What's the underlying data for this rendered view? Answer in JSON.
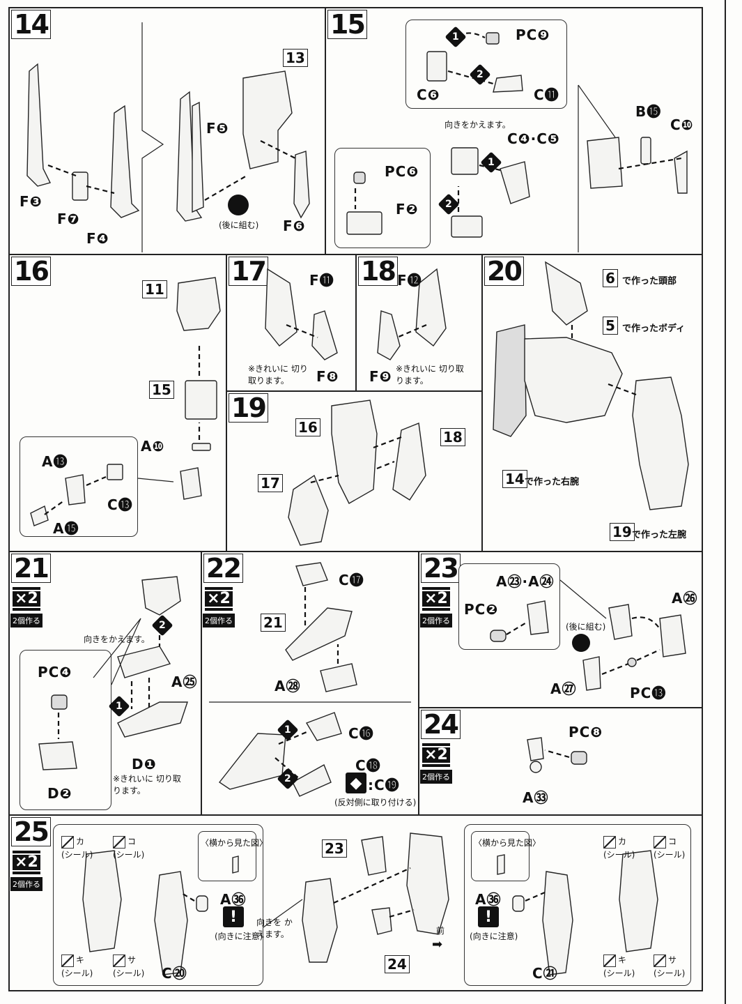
{
  "steps": {
    "s14": {
      "num": "14",
      "labels": [
        "F❸",
        "F❼",
        "F❹",
        "F❺",
        "F❻"
      ],
      "ref": "13",
      "note": "(後に組む)"
    },
    "s15": {
      "num": "15",
      "labels": [
        "PC❾",
        "C❻",
        "C⓫",
        "PC❻",
        "F❷",
        "C❹·C❺",
        "B⓯",
        "C❿"
      ],
      "note": "向きをかえます。"
    },
    "s16": {
      "num": "16",
      "refs": [
        "11",
        "15"
      ],
      "labels": [
        "A❿",
        "A⓭",
        "C⓭",
        "A⓯"
      ]
    },
    "s17": {
      "num": "17",
      "labels": [
        "F⓫",
        "F❽"
      ],
      "note": "※きれいに 切り取ります。"
    },
    "s18": {
      "num": "18",
      "labels": [
        "F⓬",
        "F❾"
      ],
      "note": "※きれいに 切り取ります。"
    },
    "s19": {
      "num": "19",
      "refs": [
        "16",
        "18",
        "17"
      ]
    },
    "s20": {
      "num": "20",
      "refs": [
        {
          "n": "6",
          "text": "で作った頭部"
        },
        {
          "n": "5",
          "text": "で作ったボディ"
        },
        {
          "n": "14",
          "text": "で作った右腕"
        },
        {
          "n": "19",
          "text": "で作った左腕"
        }
      ]
    },
    "s21": {
      "num": "21",
      "x2": "×2",
      "make": "2個作る",
      "labels": [
        "PC❹",
        "A㉕",
        "D❶",
        "D❷"
      ],
      "notes": [
        "向きをかえます。",
        "※きれいに 切り取ります。"
      ]
    },
    "s22": {
      "num": "22",
      "x2": "×2",
      "make": "2個作る",
      "labels": [
        "C⓱",
        "A㉘",
        "C⓰",
        "C⓲",
        ":C⓳"
      ],
      "ref": "21",
      "note": "(反対側に取り付ける)"
    },
    "s23": {
      "num": "23",
      "x2": "×2",
      "make": "2個作る",
      "labels": [
        "A㉓·A㉔",
        "PC❷",
        "A㉖",
        "A㉗",
        "PC⓭"
      ],
      "note": "(後に組む)"
    },
    "s24": {
      "num": "24",
      "x2": "×2",
      "make": "2個作る",
      "labels": [
        "PC❽",
        "A㉝"
      ]
    },
    "s25": {
      "num": "25",
      "x2": "×2",
      "make": "2個作る",
      "labels": [
        "A㊱",
        "C⑳",
        "A㊱",
        "C㉑"
      ],
      "refs": [
        "23",
        "24"
      ],
      "side_view": "〈横から見た図〉",
      "caution": "(向きに注意)",
      "turn": "向きを かえます。",
      "front": "前",
      "seals": [
        "カ",
        "コ",
        "キ",
        "サ"
      ],
      "seal_word": "(シール)"
    }
  },
  "colors": {
    "ink": "#111111",
    "paper": "#fdfdfb",
    "part_gray": "#dddddd"
  }
}
